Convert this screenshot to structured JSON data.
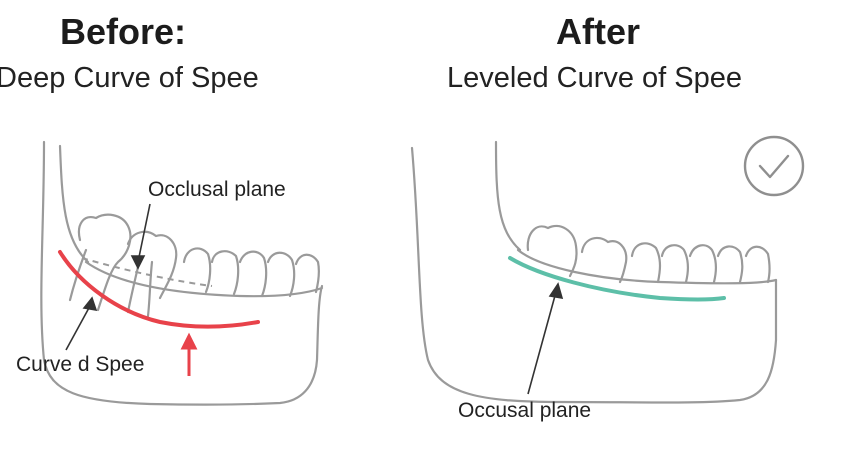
{
  "before": {
    "title": "Before:",
    "subtitle": "Deep Curve of Spee",
    "plane_label": "Occlusal plane",
    "curve_label": "Curve d Spee"
  },
  "after": {
    "title": "After",
    "subtitle": "Leveled Curve of Spee",
    "plane_label": "Occusal plane"
  },
  "colors": {
    "outline": "#9a9a9a",
    "deep_curve": "#e8424a",
    "leveled_curve": "#5dbfa8",
    "check": "#8f8f8f"
  },
  "icons": {
    "arrow": "red-up-arrow-icon",
    "check": "check-circle-icon"
  }
}
